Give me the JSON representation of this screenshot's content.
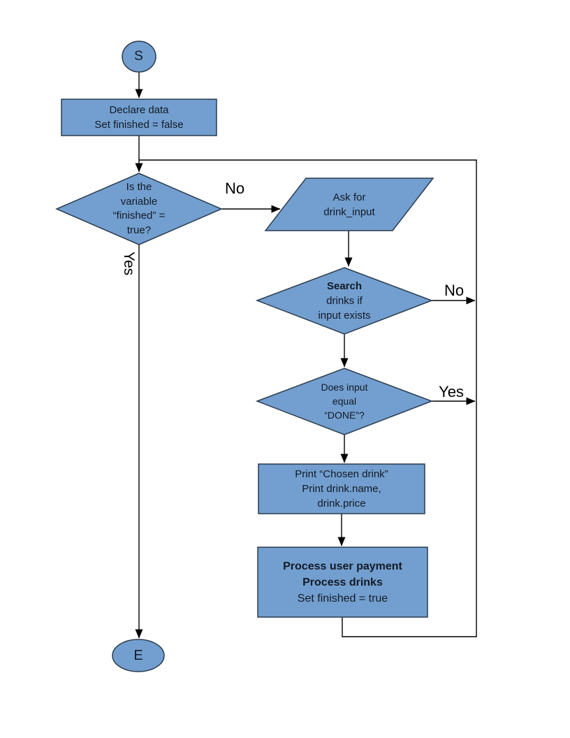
{
  "nodes": {
    "start": {
      "label": "S"
    },
    "declare": {
      "line1": "Declare data",
      "line2": "Set finished = false"
    },
    "finished_check": {
      "line1": "Is the",
      "line2": "variable",
      "line3": "“finished” =",
      "line4": "true?"
    },
    "ask_input": {
      "line1": "Ask for",
      "line2": "drink_input"
    },
    "search": {
      "line1": "Search",
      "line2": "drinks if",
      "line3": "input exists"
    },
    "done_check": {
      "line1": "Does input",
      "line2": "equal",
      "line3": "“DONE”?"
    },
    "print_drink": {
      "line1": "Print “Chosen drink”",
      "line2": "Print drink.name,",
      "line3": "drink.price"
    },
    "process_payment": {
      "line1": "Process user payment",
      "line2": "Process drinks",
      "line3": "Set finished = true"
    },
    "end": {
      "label": "E"
    }
  },
  "edge_labels": {
    "finished_no": "No",
    "finished_yes": "Yes",
    "search_no": "No",
    "done_yes": "Yes"
  },
  "colors": {
    "shape_fill": "#729fcf",
    "shape_border": "#2b3b4e",
    "connector": "#000000",
    "text": "#141a26",
    "edge_label": "#000000"
  }
}
